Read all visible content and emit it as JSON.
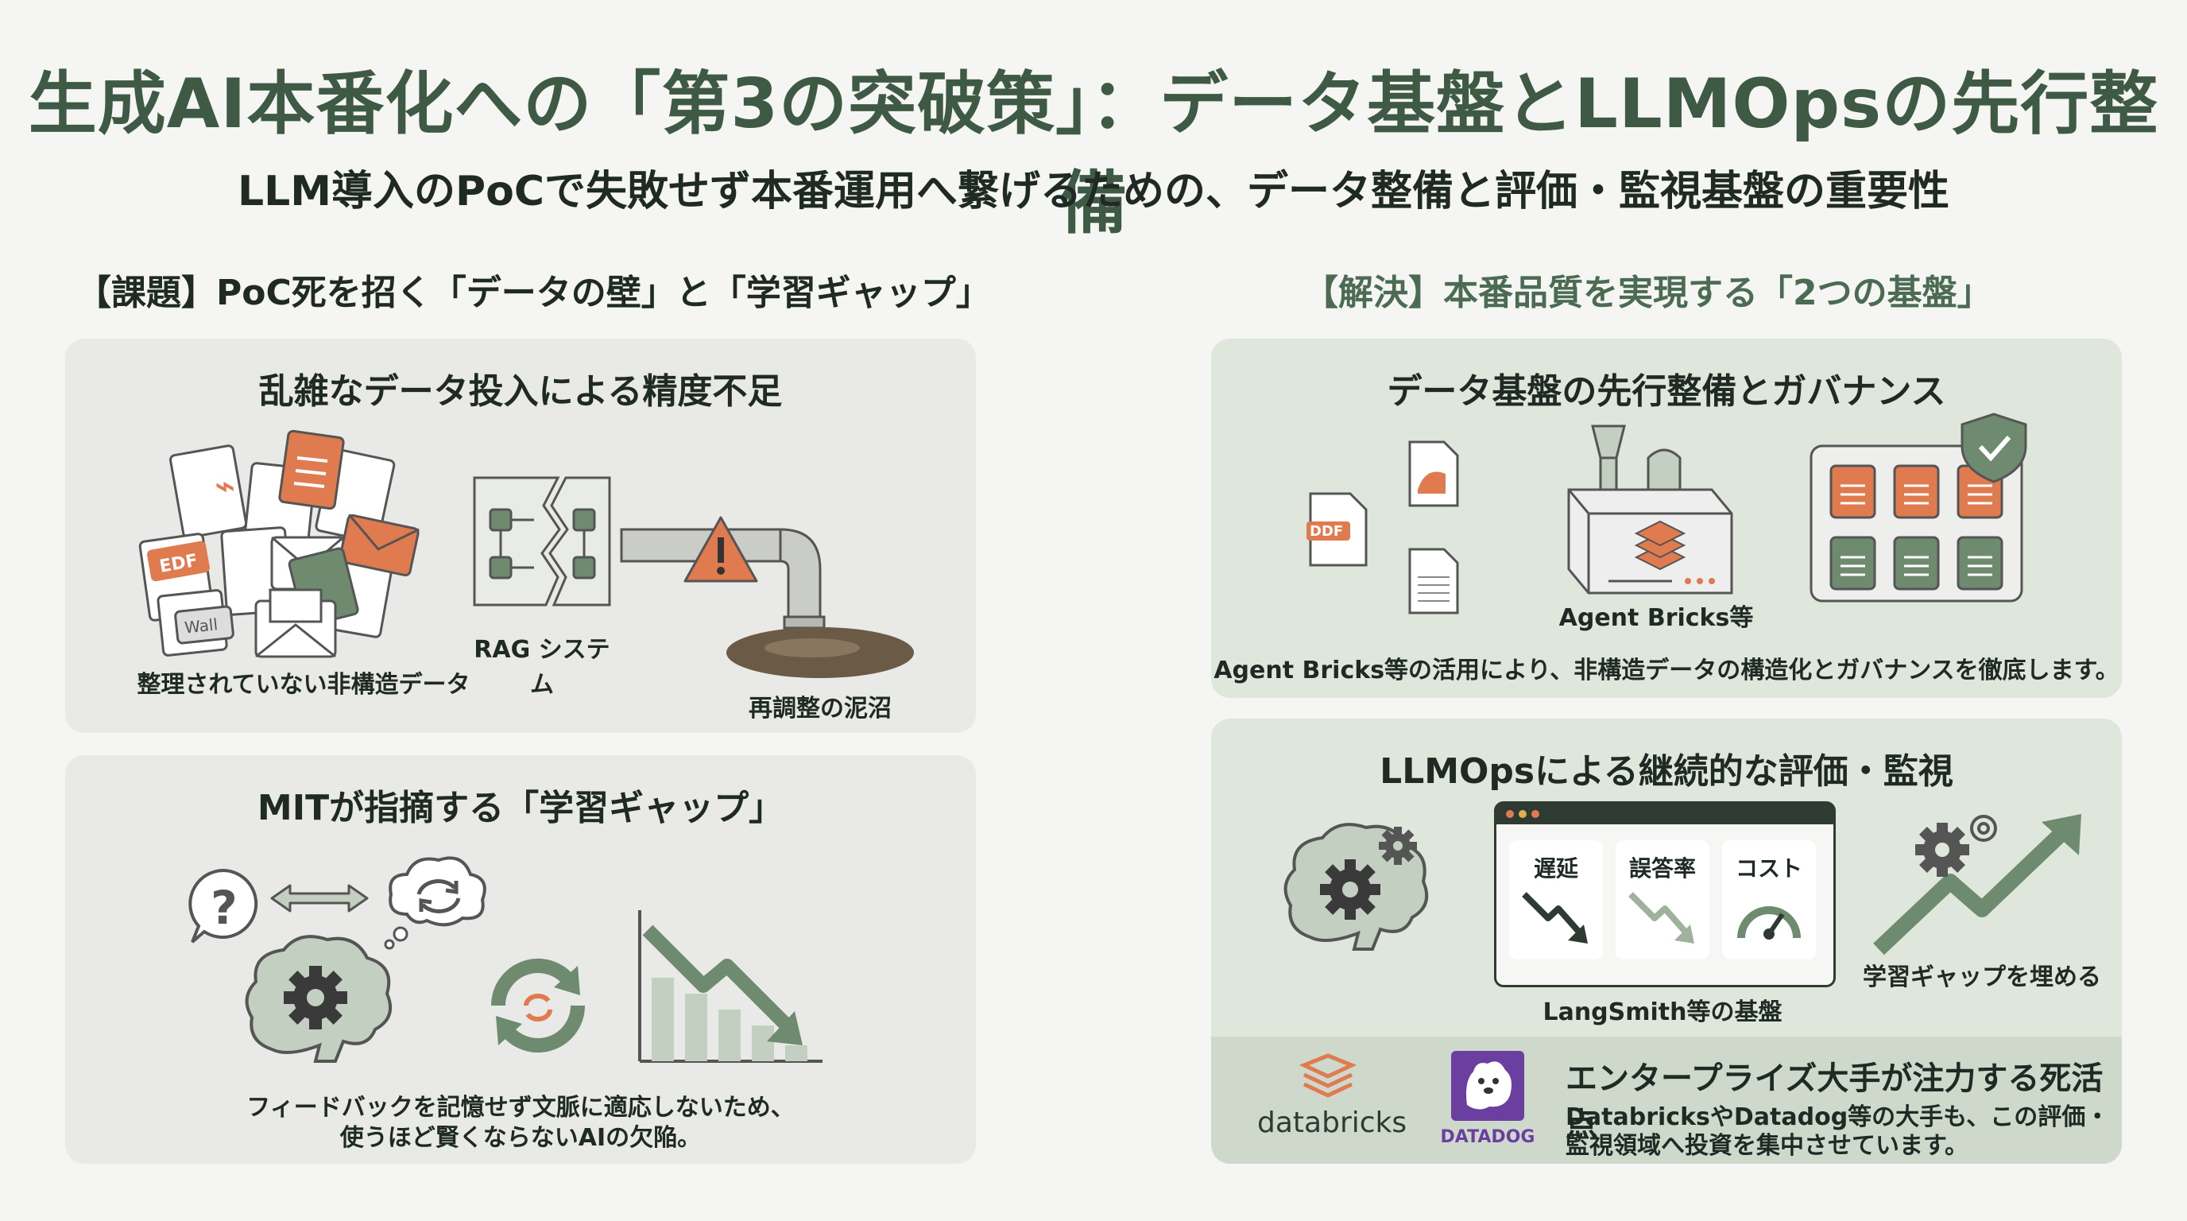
{
  "header": {
    "title": "生成AI本番化への「第3の突破策」：データ基盤とLLMOpsの先行整備",
    "subtitle": "LLM導入のPoCで失敗せず本番運用へ繋げるための、データ整備と評価・監視基盤の重要性"
  },
  "left": {
    "heading": "【課題】PoC死を招く「データの壁」と「学習ギャップ」",
    "card1": {
      "title": "乱雑なデータ投入による精度不足",
      "pdf_tag": "EDF",
      "mail_tag": "Wall",
      "label_docs": "整理されていない非構造データ",
      "label_rag": "RAG システム",
      "label_swamp": "再調整の泥沼"
    },
    "card2": {
      "title": "MITが指摘する「学習ギャップ」",
      "question_mark": "?",
      "caption_line1": "フィードバックを記憶せず文脈に適応しないため、",
      "caption_line2": "使うほど賢くならないAIの欠陥。"
    }
  },
  "right": {
    "heading": "【解決】本番品質を実現する「2つの基盤」",
    "card1": {
      "title": "データ基盤の先行整備とガバナンス",
      "pdf_tag": "DDF",
      "machine_label": "Agent Bricks等",
      "caption": "Agent Bricks等の活用により、非構造データの構造化とガバナンスを徹底します。"
    },
    "card2": {
      "title": "LLMOpsによる継続的な評価・監視",
      "metrics": [
        {
          "label": "遅延",
          "icon": "trend-down-icon"
        },
        {
          "label": "誤答率",
          "icon": "trend-down-icon"
        },
        {
          "label": "コスト",
          "icon": "gauge-icon"
        }
      ],
      "dashboard_label": "LangSmith等の基盤",
      "growth_label": "学習ギャップを埋める",
      "enterprise": {
        "databricks_name": "databricks",
        "datadog_name": "DATADOG",
        "headline": "エンタープライズ大手が注力する死活点",
        "body_line1": "DatabricksやDatadog等の大手も、この評価・",
        "body_line2": "監視領域へ投資を集中させています。"
      }
    }
  },
  "colors": {
    "accent_green": "#3e5a45",
    "orange": "#e07a4f",
    "sage": "#6e8b70",
    "warning": "#e07a4f"
  }
}
